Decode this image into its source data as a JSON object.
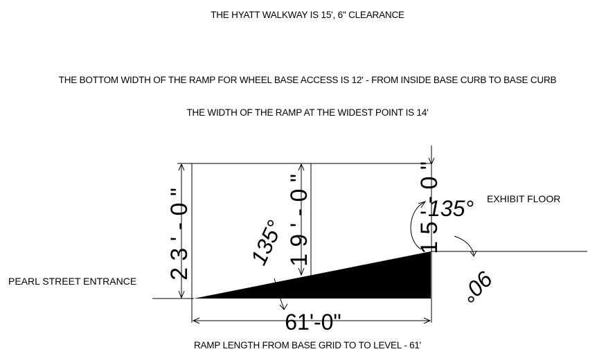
{
  "notes": {
    "walkway": "THE HYATT WALKWAY IS 15', 6\" CLEARANCE",
    "bottom_width": "THE BOTTOM WIDTH OF THE RAMP FOR WHEEL BASE ACCESS  IS 12' - FROM INSIDE BASE CURB TO BASE CURB",
    "widest": "THE WIDTH OF THE RAMP AT THE WIDEST POINT IS 14'",
    "ramp_length": "RAMP LENGTH FROM BASE GRID TO TO LEVEL - 61'"
  },
  "labels": {
    "pearl_street": "PEARL STREET ENTRANCE",
    "exhibit_floor": "EXHIBIT FLOOR"
  },
  "dimensions": {
    "height_left": "2 3 ' - 0 \"",
    "height_mid": "1 9 ' - 0 \"",
    "height_right": "1 5 ' - 0 \"",
    "length": "61'-0\""
  },
  "angles": {
    "left": "135°",
    "right_top": "135°",
    "right_bottom": "90°"
  },
  "colors": {
    "line": "#000000",
    "fill": "#000000",
    "background": "#ffffff"
  }
}
